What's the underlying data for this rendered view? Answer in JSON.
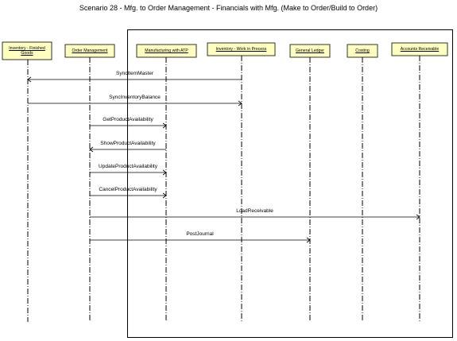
{
  "title": "Scenario 28 - Mfg. to Order Management - Financials with Mfg. (Make to Order/Build to Order)",
  "colors": {
    "box_fill": "#ffffc0",
    "line": "#000000"
  },
  "participants": [
    "Inventory - Finished Goods",
    "Order Management",
    "Manufacturing with ATP",
    "Inventory - Work in Process",
    "General Ledger",
    "Costing",
    "Accounts Receivable"
  ],
  "messages": [
    {
      "label": "SyncItemMaster",
      "from": 3,
      "to": 0
    },
    {
      "label": "SyncInventoryBalance",
      "from": 0,
      "to": 3
    },
    {
      "label": "GetProductAvailability",
      "from": 1,
      "to": 2
    },
    {
      "label": "ShowProductAvailability",
      "from": 2,
      "to": 1
    },
    {
      "label": "UpdateProductAvailability",
      "from": 1,
      "to": 2
    },
    {
      "label": "CancelProductAvailability",
      "from": 1,
      "to": 2
    },
    {
      "label": "LoadReceivable",
      "from": 1,
      "to": 6
    },
    {
      "label": "PostJournal",
      "from": 1,
      "to": 4
    }
  ]
}
